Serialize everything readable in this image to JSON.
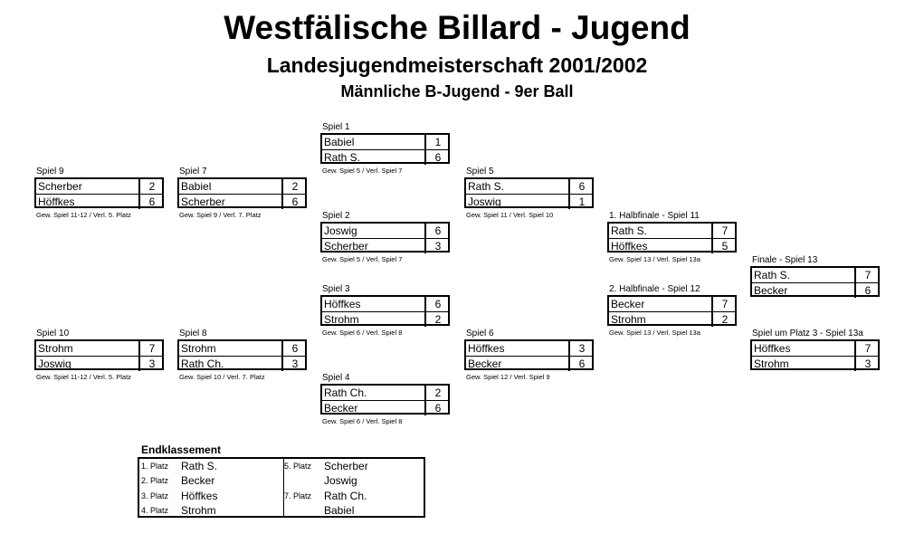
{
  "header": {
    "title": "Westfälische Billard - Jugend",
    "subtitle": "Landesjugendmeisterschaft 2001/2002",
    "category": "Männliche B-Jugend - 9er Ball"
  },
  "matches": {
    "spiel1": {
      "title": "Spiel 1",
      "p1": "Babiel",
      "s1": "1",
      "p2": "Rath S.",
      "s2": "6",
      "footer": "Gew. Spiel 5 / Verl. Spiel 7"
    },
    "spiel2": {
      "title": "Spiel 2",
      "p1": "Joswig",
      "s1": "6",
      "p2": "Scherber",
      "s2": "3",
      "footer": "Gew. Spiel 5 / Verl. Spiel 7"
    },
    "spiel3": {
      "title": "Spiel 3",
      "p1": "Höffkes",
      "s1": "6",
      "p2": "Strohm",
      "s2": "2",
      "footer": "Gew. Spiel 6 / Verl. Spiel 8"
    },
    "spiel4": {
      "title": "Spiel 4",
      "p1": "Rath Ch.",
      "s1": "2",
      "p2": "Becker",
      "s2": "6",
      "footer": "Gew. Spiel 6 / Verl. Spiel 8"
    },
    "spiel5": {
      "title": "Spiel 5",
      "p1": "Rath S.",
      "s1": "6",
      "p2": "Joswig",
      "s2": "1",
      "footer": "Gew. Spiel 11 / Verl. Spiel 10"
    },
    "spiel6": {
      "title": "Spiel 6",
      "p1": "Höffkes",
      "s1": "3",
      "p2": "Becker",
      "s2": "6",
      "footer": "Gew. Spiel 12 / Verl. Spiel 9"
    },
    "spiel7": {
      "title": "Spiel 7",
      "p1": "Babiel",
      "s1": "2",
      "p2": "Scherber",
      "s2": "6",
      "footer": "Gew. Spiel 9 / Verl. 7. Platz"
    },
    "spiel8": {
      "title": "Spiel 8",
      "p1": "Strohm",
      "s1": "6",
      "p2": "Rath Ch.",
      "s2": "3",
      "footer": "Gew. Spiel 10 / Verl. 7. Platz"
    },
    "spiel9": {
      "title": "Spiel 9",
      "p1": "Scherber",
      "s1": "2",
      "p2": "Höffkes",
      "s2": "6",
      "footer": "Gew. Spiel 11-12 / Verl. 5. Platz"
    },
    "spiel10": {
      "title": "Spiel 10",
      "p1": "Strohm",
      "s1": "7",
      "p2": "Joswig",
      "s2": "3",
      "footer": "Gew. Spiel 11-12 / Verl. 5. Platz"
    },
    "spiel11": {
      "title": "1. Halbfinale - Spiel 11",
      "p1": "Rath S.",
      "s1": "7",
      "p2": "Höffkes",
      "s2": "5",
      "footer": "Gew. Spiel 13 / Verl. Spiel 13a"
    },
    "spiel12": {
      "title": "2. Halbfinale - Spiel 12",
      "p1": "Becker",
      "s1": "7",
      "p2": "Strohm",
      "s2": "2",
      "footer": "Gew. Spiel 13 / Verl. Spiel 13a"
    },
    "spiel13": {
      "title": "Finale - Spiel 13",
      "p1": "Rath S.",
      "s1": "7",
      "p2": "Becker",
      "s2": "6",
      "footer": ""
    },
    "spiel13a": {
      "title": "Spiel um Platz 3 - Spiel 13a",
      "p1": "Höffkes",
      "s1": "7",
      "p2": "Strohm",
      "s2": "3",
      "footer": ""
    }
  },
  "final_standings": {
    "title": "Endklassement",
    "left": [
      {
        "place": "1. Platz",
        "name": "Rath S."
      },
      {
        "place": "2. Platz",
        "name": "Becker"
      },
      {
        "place": "3. Platz",
        "name": "Höffkes"
      },
      {
        "place": "4. Platz",
        "name": "Strohm"
      }
    ],
    "right": [
      {
        "place": "5. Platz",
        "name": "Scherber"
      },
      {
        "place": "",
        "name": "Joswig"
      },
      {
        "place": "7. Platz",
        "name": "Rath Ch."
      },
      {
        "place": "",
        "name": "Babiel"
      }
    ]
  }
}
